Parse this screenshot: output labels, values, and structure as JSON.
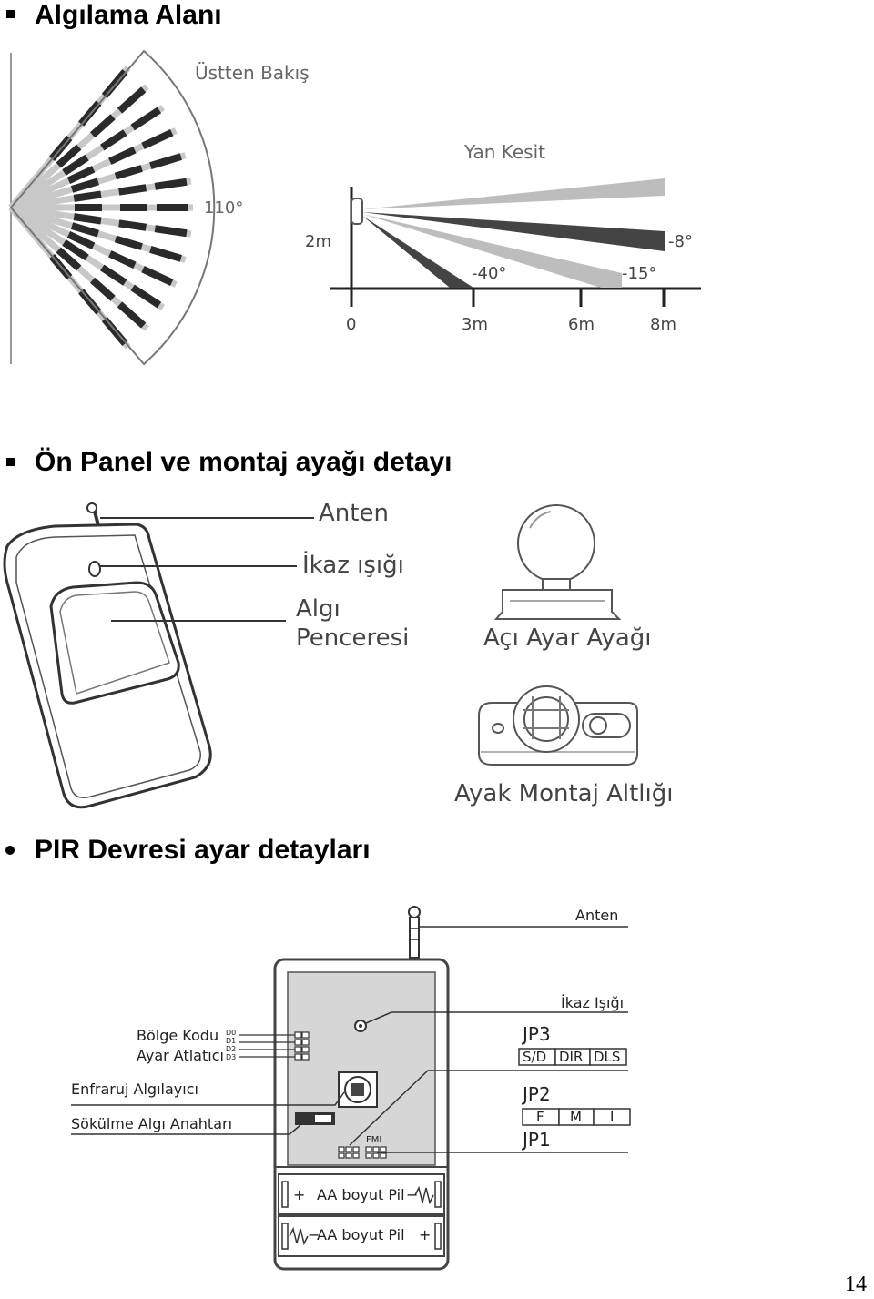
{
  "sections": {
    "detection": {
      "title": "Algılama Alanı",
      "top_view": "Üstten Bakış",
      "angle": "110°",
      "side_view": "Yan Kesit",
      "height": "2m",
      "ang_m8": "-8°",
      "ang_m40": "-40°",
      "ang_m15": "-15°",
      "dist": [
        "0",
        "3m",
        "6m",
        "8m"
      ]
    },
    "front_panel": {
      "title": "Ön Panel ve montaj ayağı detayı",
      "antenna": "Anten",
      "warning_light": "İkaz ışığı",
      "sensor_window_1": "Algı",
      "sensor_window_2": "Penceresi",
      "angle_foot": "Açı Ayar Ayağı",
      "foot_base": "Ayak Montaj Altlığı"
    },
    "pir": {
      "title": "PIR Devresi ayar detayları",
      "antenna": "Anten",
      "warning_light": "İkaz Işığı",
      "zone_code_1": "Bölge Kodu",
      "zone_code_2": "Ayar Atlatıcı",
      "d_pins": [
        "D0",
        "D1",
        "D2",
        "D3"
      ],
      "infrared": "Enfraruj Algılayıcı",
      "tamper": "Sökülme Algı Anahtarı",
      "jp3": "JP3",
      "jp3_cells": [
        "S/D",
        "DIR",
        "DLS"
      ],
      "jp2": "JP2",
      "jp2_cells": [
        "F",
        "M",
        "I"
      ],
      "jp1": "JP1",
      "fmi": "FMI",
      "battery_1": "AA boyut Pil",
      "battery_2": "AA boyut Pil",
      "plus": "+",
      "minus": "−"
    }
  },
  "page_number": "14"
}
